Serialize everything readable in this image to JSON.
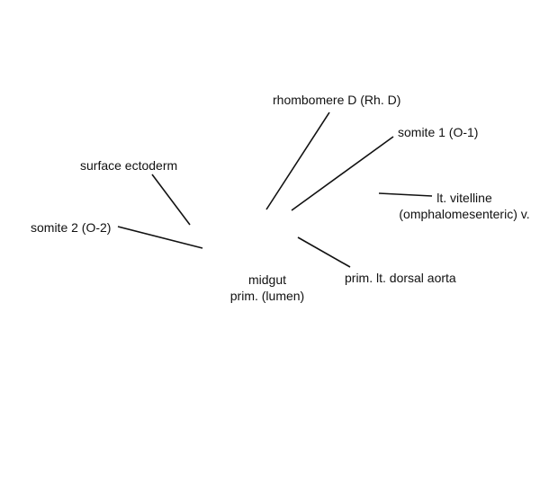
{
  "labels": {
    "rhombomere": "rhombomere D (Rh. D)",
    "somite1": "somite 1 (O-1)",
    "surface_ectoderm": "surface ectoderm",
    "somite2": "somite 2 (O-2)",
    "vitelline_line1": "lt. vitelline",
    "vitelline_line2": "(omphalomesenteric) v.",
    "dorsal_aorta": "prim. lt. dorsal aorta",
    "midgut_line1": "midgut",
    "midgut_line2": "prim. (lumen)"
  },
  "colors": {
    "ink": "#111111",
    "background": "#ffffff"
  }
}
